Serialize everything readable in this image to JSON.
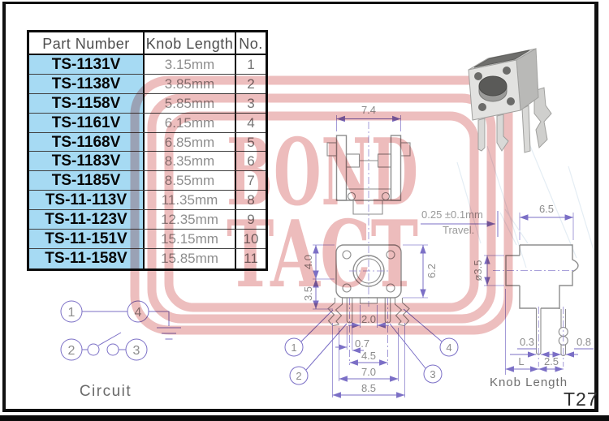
{
  "page": {
    "number": "T27"
  },
  "watermark": {
    "line1": "BOND",
    "line2": "TACT"
  },
  "table": {
    "headers": {
      "part": "Part Number",
      "knob": "Knob Length",
      "no": "No."
    },
    "rows": [
      {
        "part": "TS-1131V",
        "knob": "3.15mm",
        "no": "1"
      },
      {
        "part": "TS-1138V",
        "knob": "3.85mm",
        "no": "2"
      },
      {
        "part": "TS-1158V",
        "knob": "5.85mm",
        "no": "3"
      },
      {
        "part": "TS-1161V",
        "knob": "6.15mm",
        "no": "4"
      },
      {
        "part": "TS-1168V",
        "knob": "6.85mm",
        "no": "5"
      },
      {
        "part": "TS-1183V",
        "knob": "8.35mm",
        "no": "6"
      },
      {
        "part": "TS-1185V",
        "knob": "8.55mm",
        "no": "7"
      },
      {
        "part": "TS-11-113V",
        "knob": "11.35mm",
        "no": "8"
      },
      {
        "part": "TS-11-123V",
        "knob": "12.35mm",
        "no": "9"
      },
      {
        "part": "TS-11-151V",
        "knob": "15.15mm",
        "no": "10"
      },
      {
        "part": "TS-11-158V",
        "knob": "15.85mm",
        "no": "11"
      }
    ]
  },
  "top_view": {
    "width": "7.4"
  },
  "front_view": {
    "upper": "4.0",
    "lower": "3.5",
    "height": "6.2",
    "notch": "2.0",
    "pin_width": "0.7",
    "inner_pitch": "4.5",
    "outer_pitch": "7.0",
    "total_width": "8.5",
    "pin1": "1",
    "pin2": "2",
    "pin3": "3",
    "pin4": "4"
  },
  "side_view": {
    "width": "6.5",
    "travel_value": "0.25 ±0.1mm",
    "travel_label": "Travel.",
    "knob_dia": "ø3.5",
    "front_leg": "0.3",
    "rear_pin": "0.8",
    "knob_len_sym": "L",
    "pin_offset": "2.5",
    "knob_len_label": "Knob Length"
  },
  "circuit": {
    "t1": "1",
    "t2": "2",
    "t3": "3",
    "t4": "4",
    "label": "Circuit"
  },
  "colors": {
    "accent_dim": "#7b6fc6",
    "outline_gray": "#8d8d8d",
    "watermark_pink": "#dc7e7e",
    "row_highlight": "#a6daf3"
  }
}
